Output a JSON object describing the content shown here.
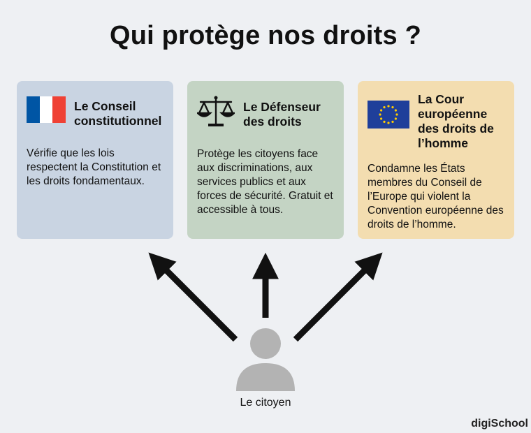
{
  "title": "Qui protège nos droits ?",
  "cards": [
    {
      "icon": "french-flag-icon",
      "title": "Le Conseil constitutionnel",
      "text": "Vérifie que les lois respectent la Constitution et les droits fondamentaux.",
      "bg": "#c9d4e2"
    },
    {
      "icon": "scales-of-justice-icon",
      "title": "Le Défenseur des droits",
      "text": "Protège les citoyens face aux discriminations, aux services publics et aux forces de sécurité. Gratuit et accessible à tous.",
      "bg": "#c4d4c4"
    },
    {
      "icon": "european-flag-icon",
      "title": "La Cour européenne des droits de l’homme",
      "text": "Condamne les États membres du Conseil de l’Europe qui violent la Convention européenne des droits de l’homme.",
      "bg": "#f3ddb0"
    }
  ],
  "citizen": {
    "icon": "person-icon",
    "label": "Le citoyen"
  },
  "logo": "digiSchool",
  "colors": {
    "flag_blue": "#0055a4",
    "flag_red": "#ef4135",
    "eu_blue": "#1f3f9a",
    "eu_star": "#ffcc00",
    "person": "#b3b3b3",
    "arrow": "#111111"
  }
}
